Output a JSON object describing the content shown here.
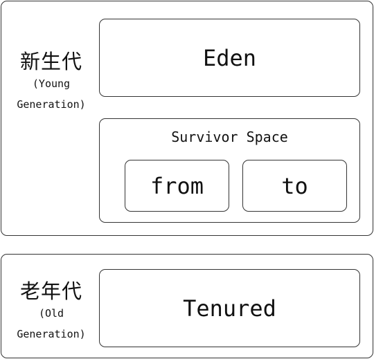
{
  "young": {
    "label_cn": "新生代",
    "label_en_1": "(Young",
    "label_en_2": "Generation)",
    "eden": "Eden",
    "survivor": {
      "title": "Survivor Space",
      "from": "from",
      "to": "to"
    }
  },
  "old": {
    "label_cn": "老年代",
    "label_en_1": "(Old",
    "label_en_2": "Generation)",
    "tenured": "Tenured"
  }
}
